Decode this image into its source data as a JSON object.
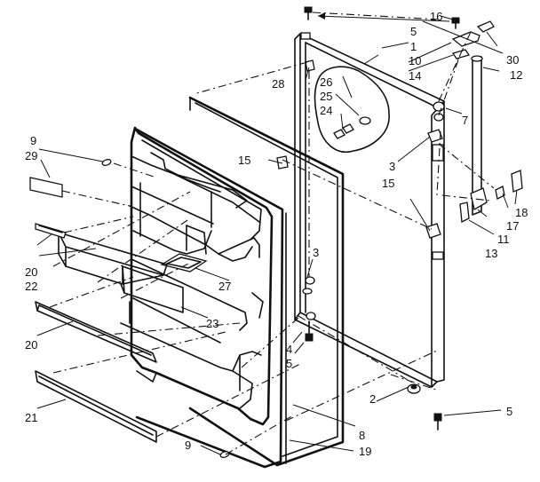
{
  "labels": [
    {
      "id": "l1",
      "text": "1"
    },
    {
      "id": "l2",
      "text": "2"
    },
    {
      "id": "l3a",
      "text": "3"
    },
    {
      "id": "l3b",
      "text": "3"
    },
    {
      "id": "l4",
      "text": "4"
    },
    {
      "id": "l5a",
      "text": "5"
    },
    {
      "id": "l5b",
      "text": "5"
    },
    {
      "id": "l5c",
      "text": "5"
    },
    {
      "id": "l7",
      "text": "7"
    },
    {
      "id": "l8",
      "text": "8"
    },
    {
      "id": "l9a",
      "text": "9"
    },
    {
      "id": "l9b",
      "text": "9"
    },
    {
      "id": "l10",
      "text": "10"
    },
    {
      "id": "l11",
      "text": "11"
    },
    {
      "id": "l12",
      "text": "12"
    },
    {
      "id": "l13",
      "text": "13"
    },
    {
      "id": "l14",
      "text": "14"
    },
    {
      "id": "l15a",
      "text": "15"
    },
    {
      "id": "l15b",
      "text": "15"
    },
    {
      "id": "l16",
      "text": "16"
    },
    {
      "id": "l17",
      "text": "17"
    },
    {
      "id": "l18",
      "text": "18"
    },
    {
      "id": "l19",
      "text": "19"
    },
    {
      "id": "l20a",
      "text": "20"
    },
    {
      "id": "l20b",
      "text": "20"
    },
    {
      "id": "l21",
      "text": "21"
    },
    {
      "id": "l22",
      "text": "22"
    },
    {
      "id": "l23",
      "text": "23"
    },
    {
      "id": "l24",
      "text": "24"
    },
    {
      "id": "l25",
      "text": "25"
    },
    {
      "id": "l26",
      "text": "26"
    },
    {
      "id": "l27",
      "text": "27"
    },
    {
      "id": "l28",
      "text": "28"
    },
    {
      "id": "l29",
      "text": "29"
    },
    {
      "id": "l30",
      "text": "30"
    }
  ]
}
